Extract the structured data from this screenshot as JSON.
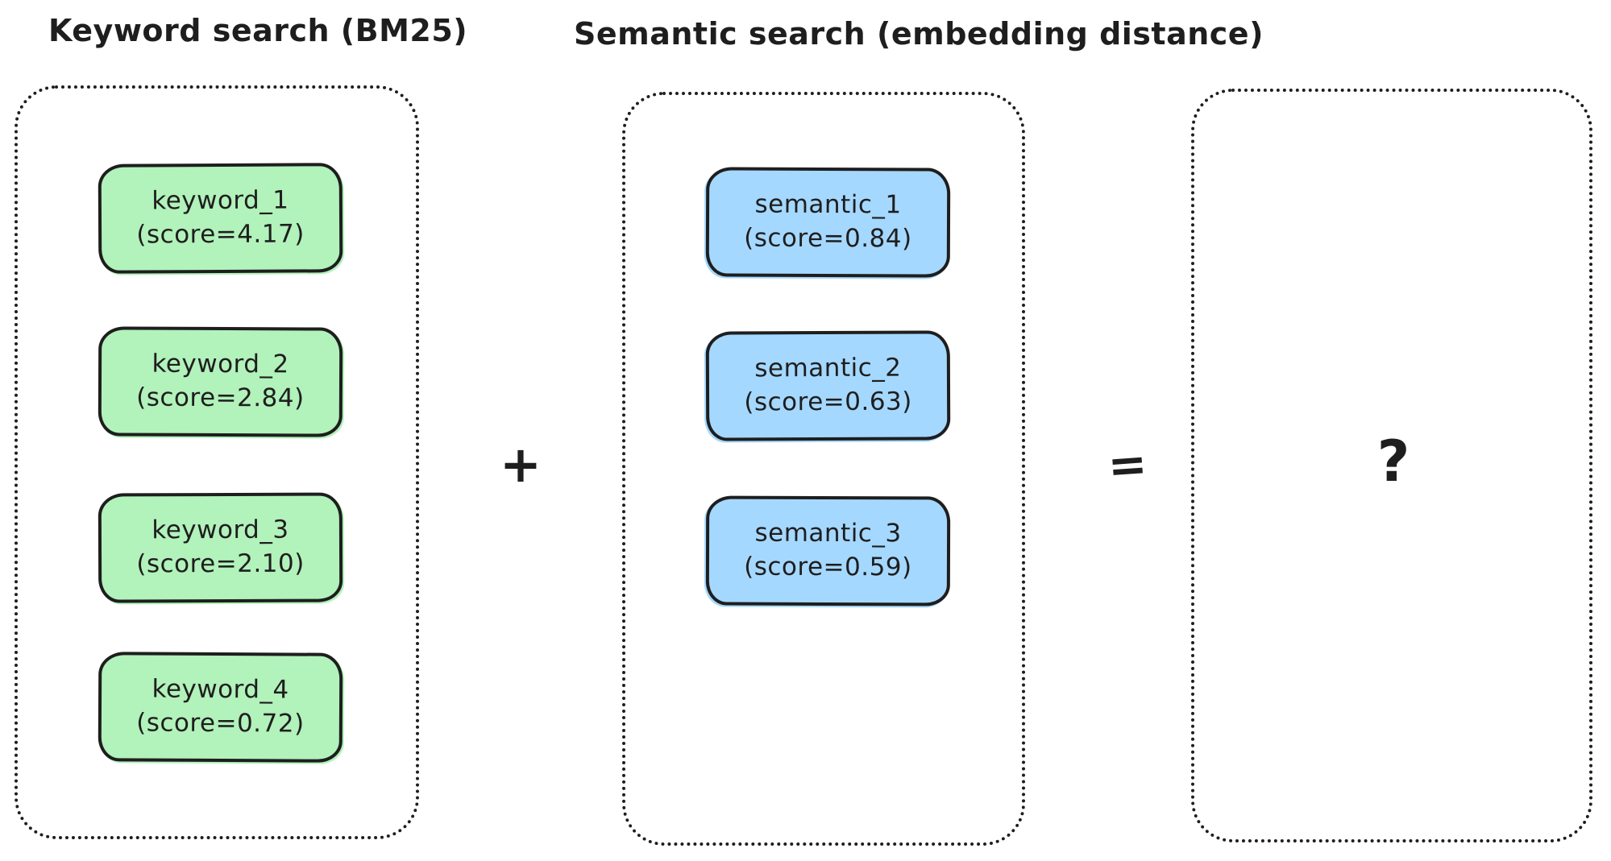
{
  "diagram": {
    "keyword_column": {
      "title": "Keyword search (BM25)",
      "fill_color": "#b2f2bb",
      "items": [
        {
          "name": "keyword_1",
          "score": "(score=4.17)"
        },
        {
          "name": "keyword_2",
          "score": "(score=2.84)"
        },
        {
          "name": "keyword_3",
          "score": "(score=2.10)"
        },
        {
          "name": "keyword_4",
          "score": "(score=0.72)"
        }
      ]
    },
    "semantic_column": {
      "title": "Semantic search (embedding distance)",
      "fill_color": "#a5d8ff",
      "items": [
        {
          "name": "semantic_1",
          "score": "(score=0.84)"
        },
        {
          "name": "semantic_2",
          "score": "(score=0.63)"
        },
        {
          "name": "semantic_3",
          "score": "(score=0.59)"
        }
      ]
    },
    "result_column": {
      "placeholder": "?"
    },
    "operators": {
      "plus": "+",
      "equals": "="
    },
    "colors": {
      "stroke": "#1e1e1e",
      "keyword_fill": "#b2f2bb",
      "semantic_fill": "#a5d8ff",
      "background": "#ffffff"
    }
  }
}
